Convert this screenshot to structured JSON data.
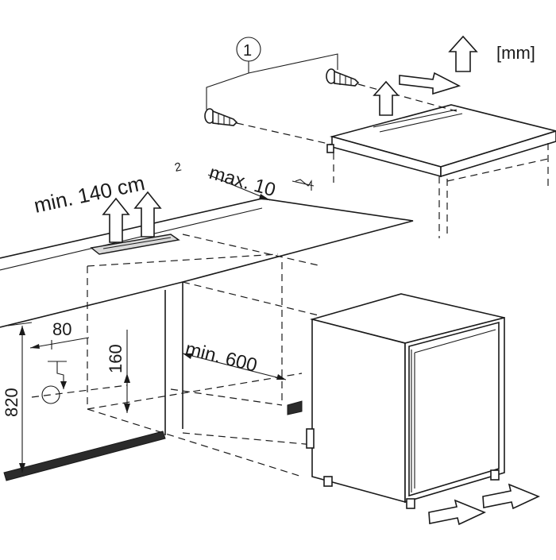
{
  "units_label": "[mm]",
  "callout_number": "1",
  "ventilation_label": "min. 140 cm",
  "ventilation_superscript": "2",
  "gap_label": "max. 10",
  "depth_label": "min. 600",
  "height_label": "820",
  "drain_offset_x_label": "80",
  "drain_offset_y_label": "160"
}
